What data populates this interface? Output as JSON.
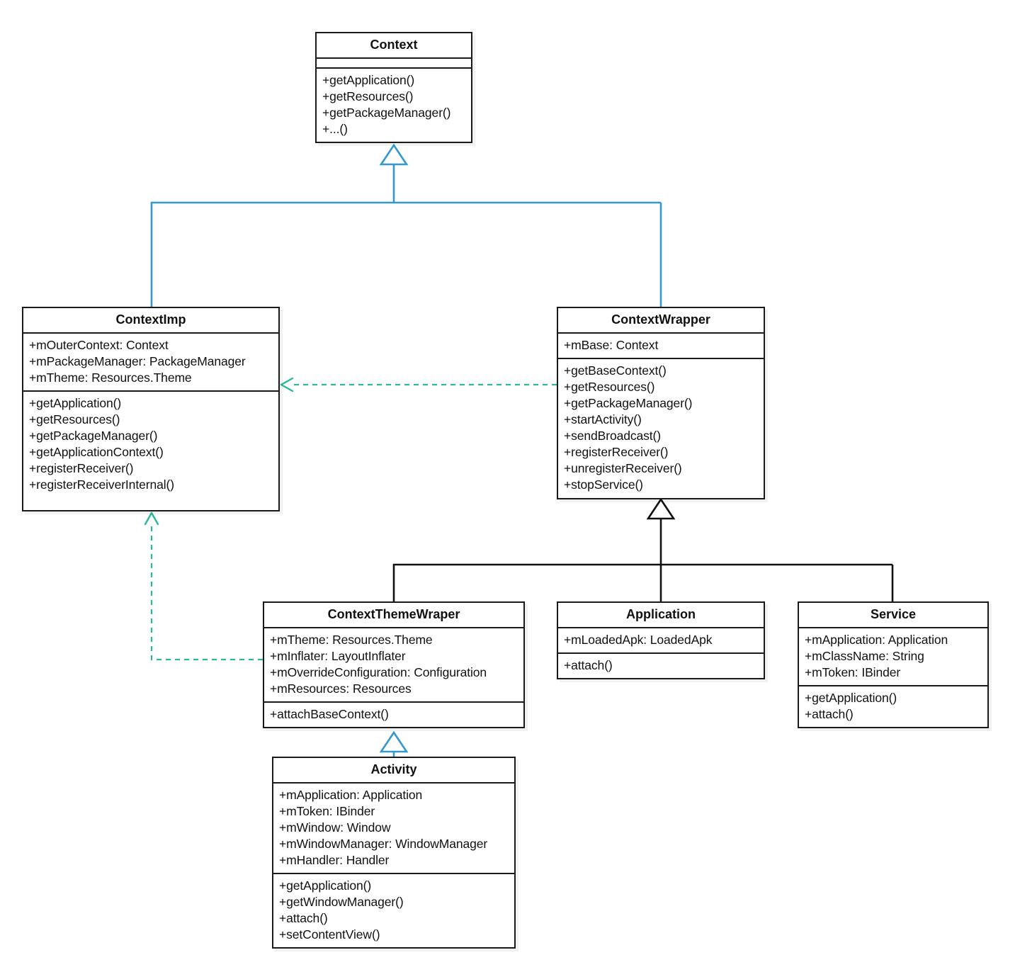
{
  "diagram": {
    "title": "Android Context class hierarchy",
    "type": "uml-class-diagram",
    "colors": {
      "box_border": "#1a1a1a",
      "box_fill": "#ffffff",
      "inheritance_blue": "#3399cc",
      "inheritance_black": "#111111",
      "dependency_teal": "#2bb79b",
      "text": "#111111"
    }
  },
  "classes": {
    "context": {
      "name": "Context",
      "attributes": [],
      "methods": [
        "+getApplication()",
        "+getResources()",
        "+getPackageManager()",
        "+...()"
      ]
    },
    "contextimp": {
      "name": "ContextImp",
      "attributes": [
        "+mOuterContext: Context",
        "+mPackageManager: PackageManager",
        "+mTheme: Resources.Theme"
      ],
      "methods": [
        "+getApplication()",
        "+getResources()",
        "+getPackageManager()",
        "+getApplicationContext()",
        "+registerReceiver()",
        "+registerReceiverInternal()"
      ]
    },
    "contextwrapper": {
      "name": "ContextWrapper",
      "attributes": [
        "+mBase: Context"
      ],
      "methods": [
        "+getBaseContext()",
        "+getResources()",
        "+getPackageManager()",
        "+startActivity()",
        "+sendBroadcast()",
        "+registerReceiver()",
        "+unregisterReceiver()",
        "+stopService()"
      ]
    },
    "contextthemewraper": {
      "name": "ContextThemeWraper",
      "attributes": [
        "+mTheme: Resources.Theme",
        "+mInflater: LayoutInflater",
        "+mOverrideConfiguration: Configuration",
        "+mResources: Resources"
      ],
      "methods": [
        "+attachBaseContext()"
      ]
    },
    "application": {
      "name": "Application",
      "attributes": [
        "+mLoadedApk: LoadedApk"
      ],
      "methods": [
        "+attach()"
      ]
    },
    "service": {
      "name": "Service",
      "attributes": [
        "+mApplication: Application",
        "+mClassName: String",
        "+mToken: IBinder"
      ],
      "methods": [
        "+getApplication()",
        "+attach()"
      ]
    },
    "activity": {
      "name": "Activity",
      "attributes": [
        "+mApplication: Application",
        "+mToken: IBinder",
        "+mWindow: Window",
        "+mWindowManager: WindowManager",
        "+mHandler: Handler"
      ],
      "methods": [
        "+getApplication()",
        "+getWindowManager()",
        "+attach()",
        "+setContentView()"
      ]
    }
  },
  "relationships": [
    {
      "id": "rel-contextimp-context",
      "from": "ContextImp",
      "to": "Context",
      "kind": "generalization",
      "style": "solid",
      "color": "#3399cc"
    },
    {
      "id": "rel-contextwrapper-context",
      "from": "ContextWrapper",
      "to": "Context",
      "kind": "generalization",
      "style": "solid",
      "color": "#3399cc"
    },
    {
      "id": "rel-contextwrapper-contextimp",
      "from": "ContextWrapper",
      "to": "ContextImp",
      "kind": "dependency",
      "style": "dashed",
      "color": "#2bb79b"
    },
    {
      "id": "rel-contextthemewraper-contextimp",
      "from": "ContextThemeWraper",
      "to": "ContextImp",
      "kind": "dependency",
      "style": "dashed",
      "color": "#2bb79b"
    },
    {
      "id": "rel-contextthemewraper-contextwrapper",
      "from": "ContextThemeWraper",
      "to": "ContextWrapper",
      "kind": "generalization",
      "style": "solid",
      "color": "#111111"
    },
    {
      "id": "rel-application-contextwrapper",
      "from": "Application",
      "to": "ContextWrapper",
      "kind": "generalization",
      "style": "solid",
      "color": "#111111"
    },
    {
      "id": "rel-service-contextwrapper",
      "from": "Service",
      "to": "ContextWrapper",
      "kind": "generalization",
      "style": "solid",
      "color": "#111111"
    },
    {
      "id": "rel-activity-contextthemewraper",
      "from": "Activity",
      "to": "ContextThemeWraper",
      "kind": "generalization",
      "style": "solid",
      "color": "#3399cc"
    }
  ]
}
